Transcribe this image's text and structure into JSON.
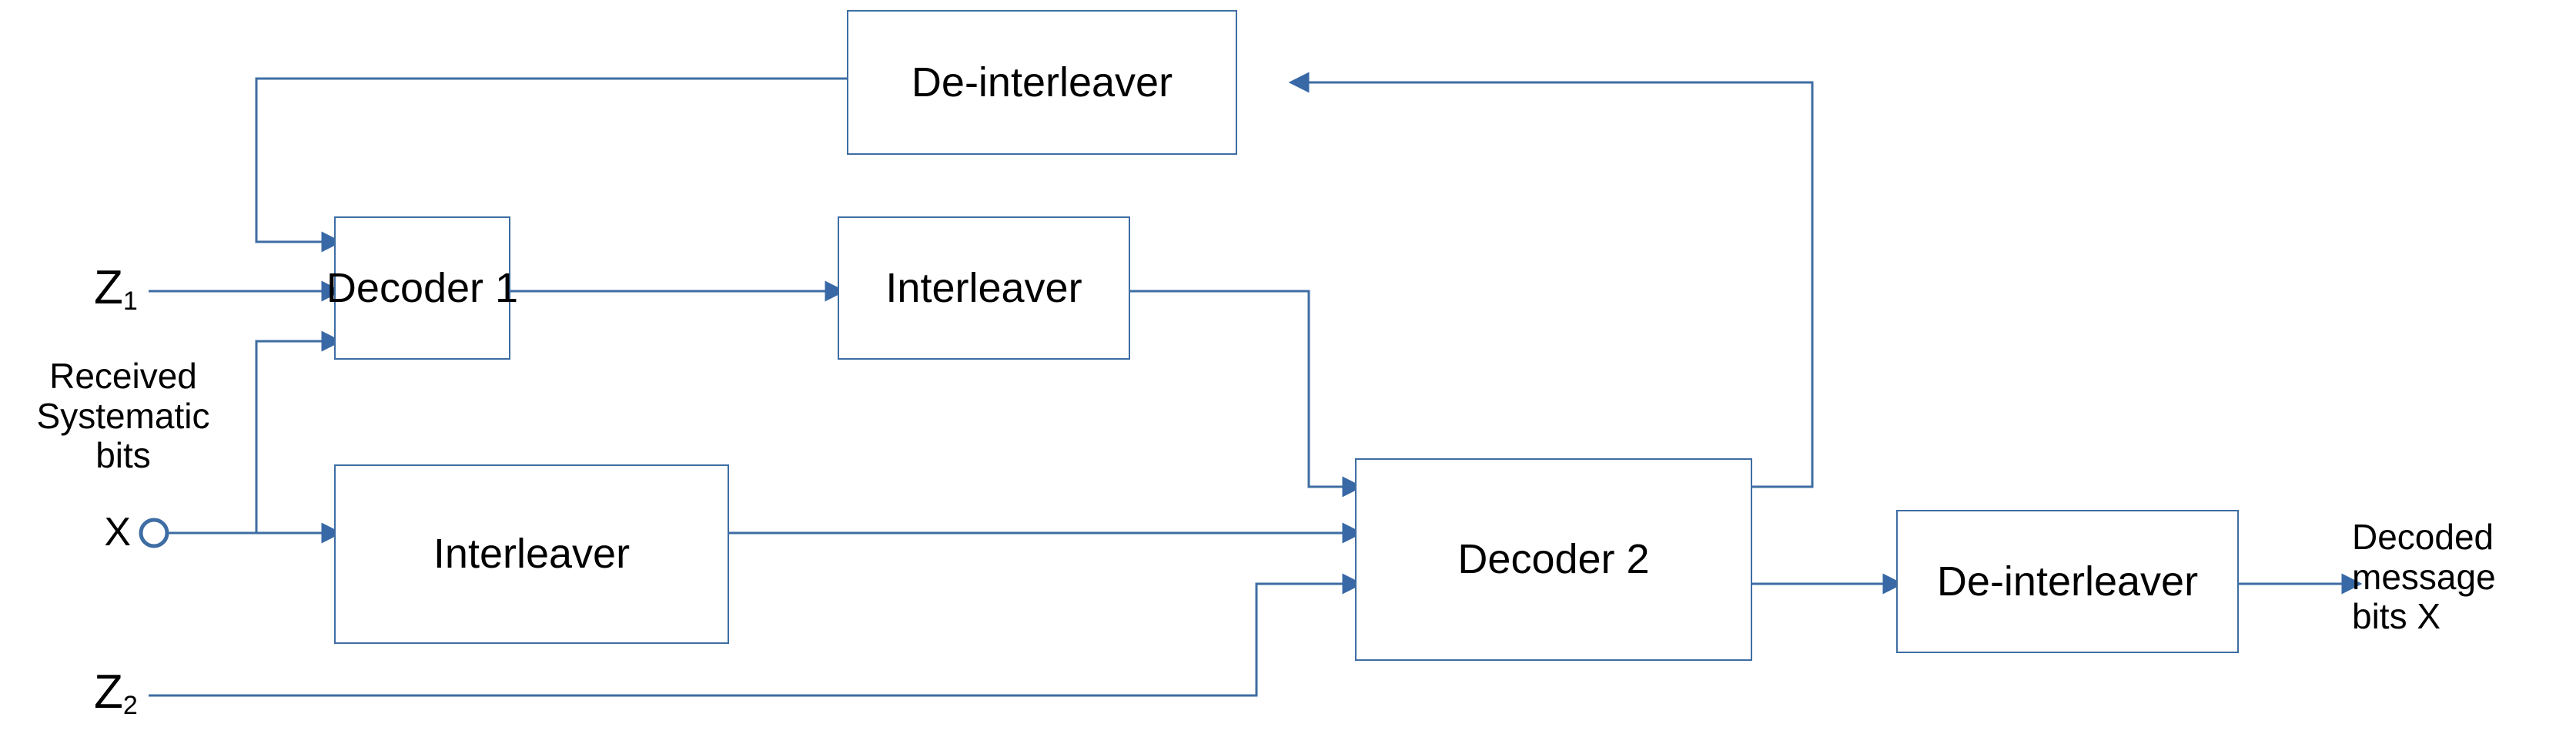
{
  "diagram": {
    "title": "Turbo decoder block diagram",
    "line_color": "#3E6DA3",
    "arrow_color": "#3868A6",
    "text_color": "#000000",
    "background": "#ffffff"
  },
  "blocks": {
    "deinterleaver_top": "De-interleaver",
    "decoder1": "Decoder 1",
    "interleaver_top": "Interleaver",
    "interleaver_bottom": "Interleaver",
    "decoder2": "Decoder 2",
    "deinterleaver_out": "De-interleaver"
  },
  "labels": {
    "z1": "Z",
    "z1_sub": "1",
    "z2": "Z",
    "z2_sub": "2",
    "received_systematic": "Received\nSystematic\nbits",
    "x_node": "X",
    "decoded_output": "Decoded\nmessage\nbits X"
  }
}
